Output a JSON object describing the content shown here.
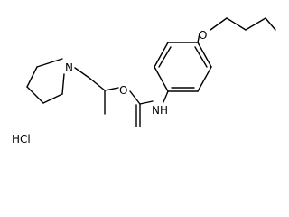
{
  "molecule": {
    "atoms": {
      "ring_nitrogen": "N",
      "ester_oxygen": "O",
      "ether_oxygen": "O",
      "amide_nitrogen": "NH"
    },
    "salt": "HCl"
  },
  "colors": {
    "bond": "#000000",
    "text": "#000000",
    "background": "#ffffff"
  }
}
